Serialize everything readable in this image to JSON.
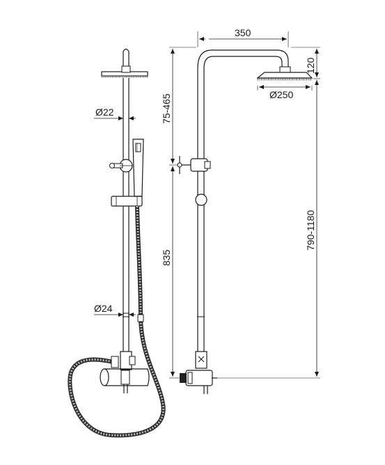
{
  "dimensions": {
    "arm_length": "350",
    "head_drop": "120",
    "head_diameter": "Ø250",
    "top_adjust": "75-465",
    "upper_tube_diameter": "Ø22",
    "lower_tube_diameter": "Ø24",
    "valve_to_slider": "835",
    "overall_height": "790-1180"
  },
  "colors": {
    "line": "#1a1a1a",
    "fill": "#ffffff",
    "hatch": "#333333"
  }
}
